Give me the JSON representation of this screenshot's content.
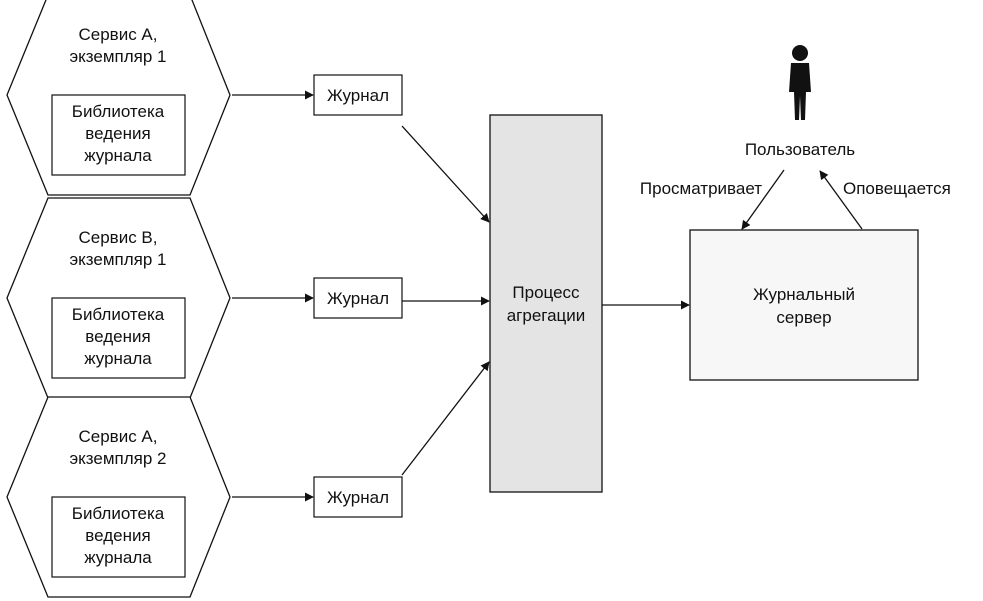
{
  "services": [
    {
      "title_lines": [
        "Сервис А,",
        "экземпляр 1"
      ],
      "library_lines": [
        "Библиотека",
        "ведения",
        "журнала"
      ],
      "log_label": "Журнал"
    },
    {
      "title_lines": [
        "Сервис В,",
        "экземпляр 1"
      ],
      "library_lines": [
        "Библиотека",
        "ведения",
        "журнала"
      ],
      "log_label": "Журнал"
    },
    {
      "title_lines": [
        "Сервис А,",
        "экземпляр 2"
      ],
      "library_lines": [
        "Библиотека",
        "ведения",
        "журнала"
      ],
      "log_label": "Журнал"
    }
  ],
  "aggregator": {
    "lines": [
      "Процесс",
      "агрегации"
    ]
  },
  "log_server": {
    "lines": [
      "Журнальный",
      "сервер"
    ]
  },
  "user": {
    "label": "Пользователь",
    "icon": "person-icon"
  },
  "edges": {
    "views_label": "Просматривает",
    "notified_label": "Оповещается"
  },
  "colors": {
    "stroke": "#111111",
    "aggregator_fill": "#e4e4e4",
    "server_fill": "#f7f7f7"
  }
}
